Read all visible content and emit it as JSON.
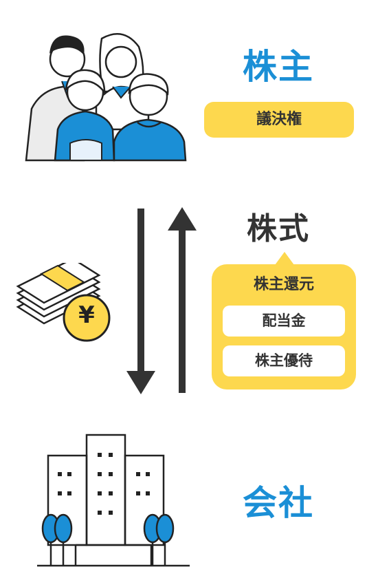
{
  "shareholder": {
    "title": "株主",
    "right": "議決権"
  },
  "stock": {
    "title": "株式",
    "return_title": "株主還元",
    "items": [
      "配当金",
      "株主優待"
    ]
  },
  "money": {
    "symbol": "¥"
  },
  "company": {
    "title": "会社"
  },
  "colors": {
    "blue": "#1b8fd6",
    "yellow": "#fdd84e",
    "dark": "#333333"
  }
}
